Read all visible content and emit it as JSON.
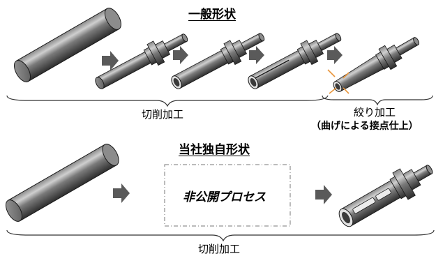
{
  "sections": [
    {
      "title": "一般形状",
      "brace_label": "切削加工",
      "final_step": {
        "label": "絞り加工",
        "sublabel": "（曲げによる接点仕上）"
      }
    },
    {
      "title": "当社独自形状",
      "process_box_label": "非公開プロセス",
      "brace_label": "切削加工"
    }
  ],
  "colors": {
    "arrow": "#5a5a5a",
    "metal_dark": "#3a3a3a",
    "metal_mid": "#7d7d7d",
    "metal_light": "#d2d2d2",
    "outline": "#1a1a1a",
    "dashed_box": "#777777",
    "spark": "#e8963c"
  }
}
